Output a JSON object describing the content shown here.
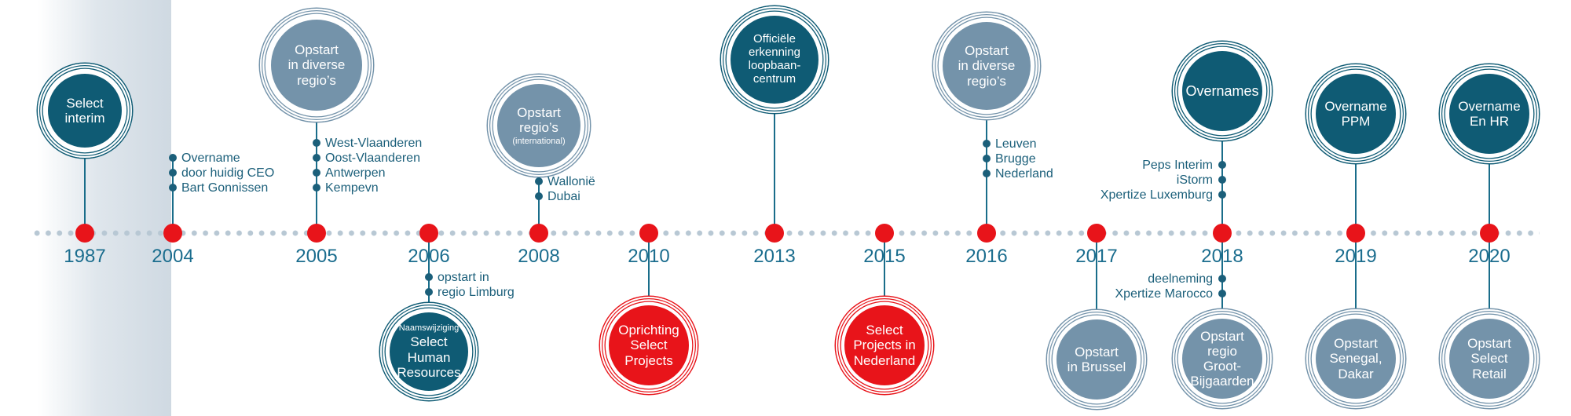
{
  "colors": {
    "dark": "#0f5b74",
    "grey": "#7493aa",
    "red": "#e8141a",
    "year_text": "#1b6d8e",
    "note_text": "#1b5f7a"
  },
  "events": [
    {
      "year": "1987",
      "up": {
        "color": "dark",
        "lines": [
          "Select",
          "interim"
        ]
      },
      "notes_up": [],
      "notes_down": []
    },
    {
      "year": "2004",
      "notes_up": [
        "Overname",
        "door huidig CEO",
        "Bart Gonnissen"
      ],
      "notes_down": []
    },
    {
      "year": "2005",
      "up": {
        "color": "grey",
        "lines": [
          "Opstart",
          "in diverse",
          "regio’s"
        ]
      },
      "notes_up": [
        "West-Vlaanderen",
        "Oost-Vlaanderen",
        "Antwerpen",
        "Kempevn"
      ],
      "notes_down": []
    },
    {
      "year": "2006",
      "down": {
        "color": "dark",
        "small": "Naamswijziging",
        "lines": [
          "Select",
          "Human",
          "Resources"
        ]
      },
      "notes_up": [],
      "notes_down": [
        "opstart in",
        "regio Limburg"
      ]
    },
    {
      "year": "2008",
      "up": {
        "color": "grey",
        "lines": [
          "Opstart",
          "regio’s"
        ],
        "small": "(international)"
      },
      "notes_up": [
        "Wallonië",
        "Dubai"
      ],
      "notes_down": []
    },
    {
      "year": "2010",
      "down": {
        "color": "red",
        "lines": [
          "Oprichting",
          "Select",
          "Projects"
        ]
      },
      "notes_up": [],
      "notes_down": []
    },
    {
      "year": "2013",
      "up": {
        "color": "dark",
        "lines": [
          "Officiële",
          "erkenning",
          "loopbaan-",
          "centrum"
        ]
      },
      "notes_up": [],
      "notes_down": []
    },
    {
      "year": "2015",
      "down": {
        "color": "red",
        "lines": [
          "Select",
          "Projects in",
          "Nederland"
        ]
      },
      "notes_up": [],
      "notes_down": []
    },
    {
      "year": "2016",
      "up": {
        "color": "grey",
        "lines": [
          "Opstart",
          "in diverse",
          "regio’s"
        ]
      },
      "notes_up": [
        "Leuven",
        "Brugge",
        "Nederland"
      ],
      "notes_down": []
    },
    {
      "year": "2017",
      "down": {
        "color": "grey",
        "lines": [
          "Opstart",
          "in Brussel"
        ]
      },
      "notes_up": [],
      "notes_down": []
    },
    {
      "year": "2018",
      "up": {
        "color": "dark",
        "lines": [
          "Overnames"
        ]
      },
      "down": {
        "color": "grey",
        "lines": [
          "Opstart",
          "regio Groot-",
          "Bijgaarden"
        ]
      },
      "notes_up": [
        "Peps Interim",
        "iStorm",
        "Xpertize Luxemburg"
      ],
      "notes_down": [
        "deelneming",
        "Xpertize Marocco"
      ]
    },
    {
      "year": "2019",
      "up": {
        "color": "dark",
        "lines": [
          "Overname",
          "PPM"
        ]
      },
      "down": {
        "color": "grey",
        "lines": [
          "Opstart",
          "Senegal,",
          "Dakar"
        ]
      },
      "notes_up": [],
      "notes_down": []
    },
    {
      "year": "2020",
      "up": {
        "color": "dark",
        "lines": [
          "Overname",
          "En HR"
        ]
      },
      "down": {
        "color": "grey",
        "lines": [
          "Opstart",
          "Select",
          "Retail"
        ]
      },
      "notes_up": [],
      "notes_down": []
    }
  ]
}
